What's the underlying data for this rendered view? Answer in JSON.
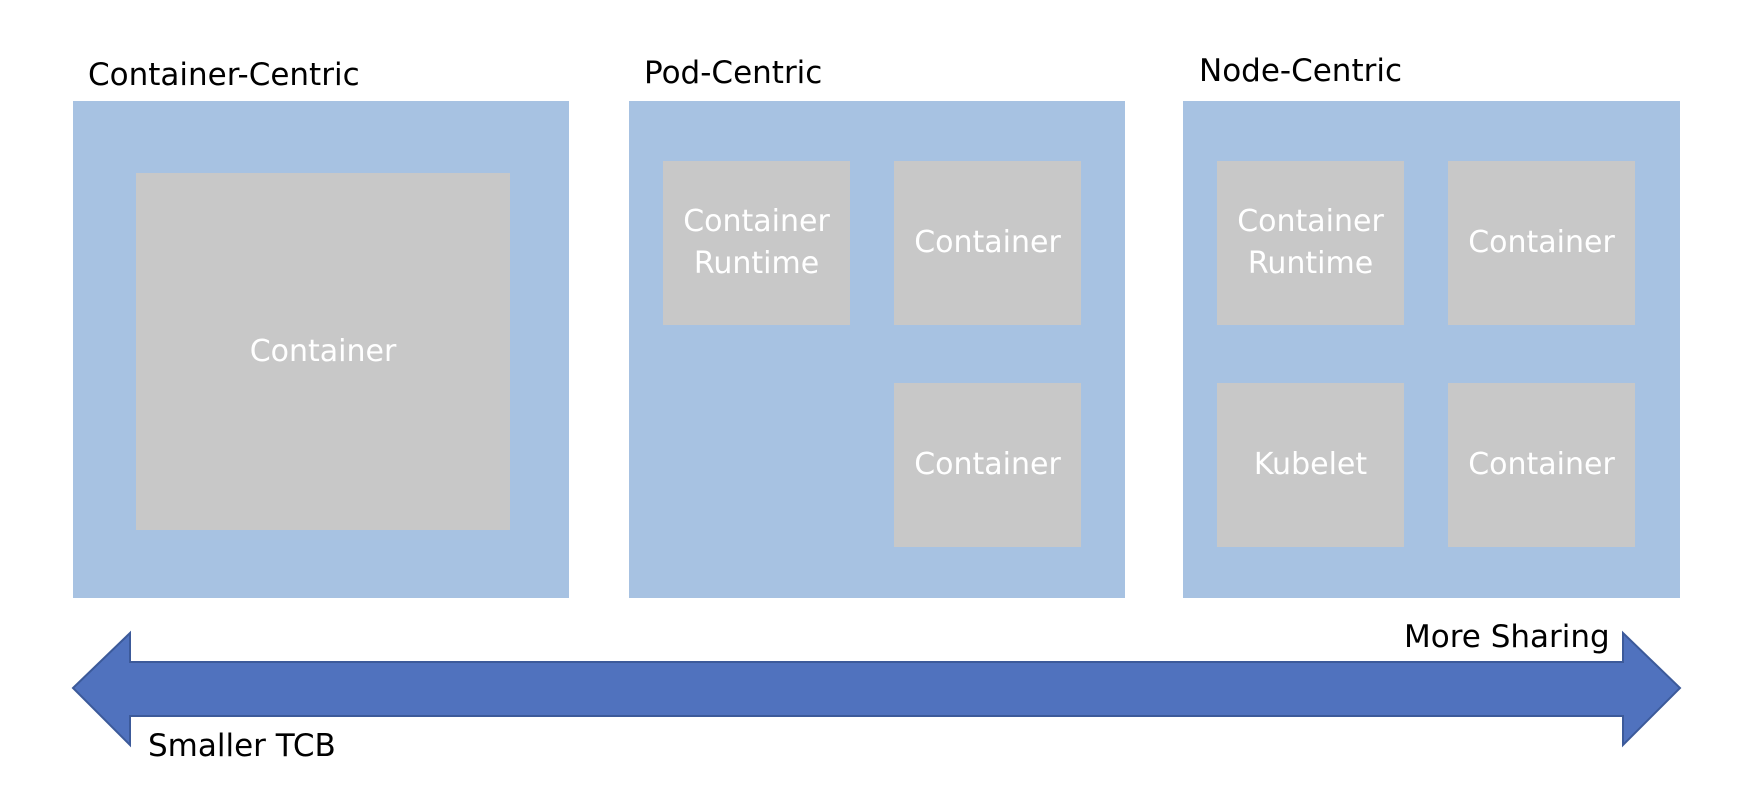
{
  "colors": {
    "panel_fill": "#a7c2e2",
    "box_fill": "#c8c8c8",
    "box_text": "#ffffff",
    "arrow_fill": "#5072be",
    "arrow_stroke": "#3c5a9a"
  },
  "panels": {
    "container_centric": {
      "title": "Container-Centric",
      "boxes": [
        "Container"
      ]
    },
    "pod_centric": {
      "title": "Pod-Centric",
      "boxes": [
        "Container Runtime",
        "Container",
        "Container"
      ],
      "runtime_line1": "Container",
      "runtime_line2": "Runtime"
    },
    "node_centric": {
      "title": "Node-Centric",
      "boxes": [
        "Container Runtime",
        "Container",
        "Kubelet",
        "Container"
      ],
      "runtime_line1": "Container",
      "runtime_line2": "Runtime"
    }
  },
  "arrow": {
    "right_label": "More Sharing",
    "left_label": "Smaller TCB",
    "direction": "double-headed"
  }
}
